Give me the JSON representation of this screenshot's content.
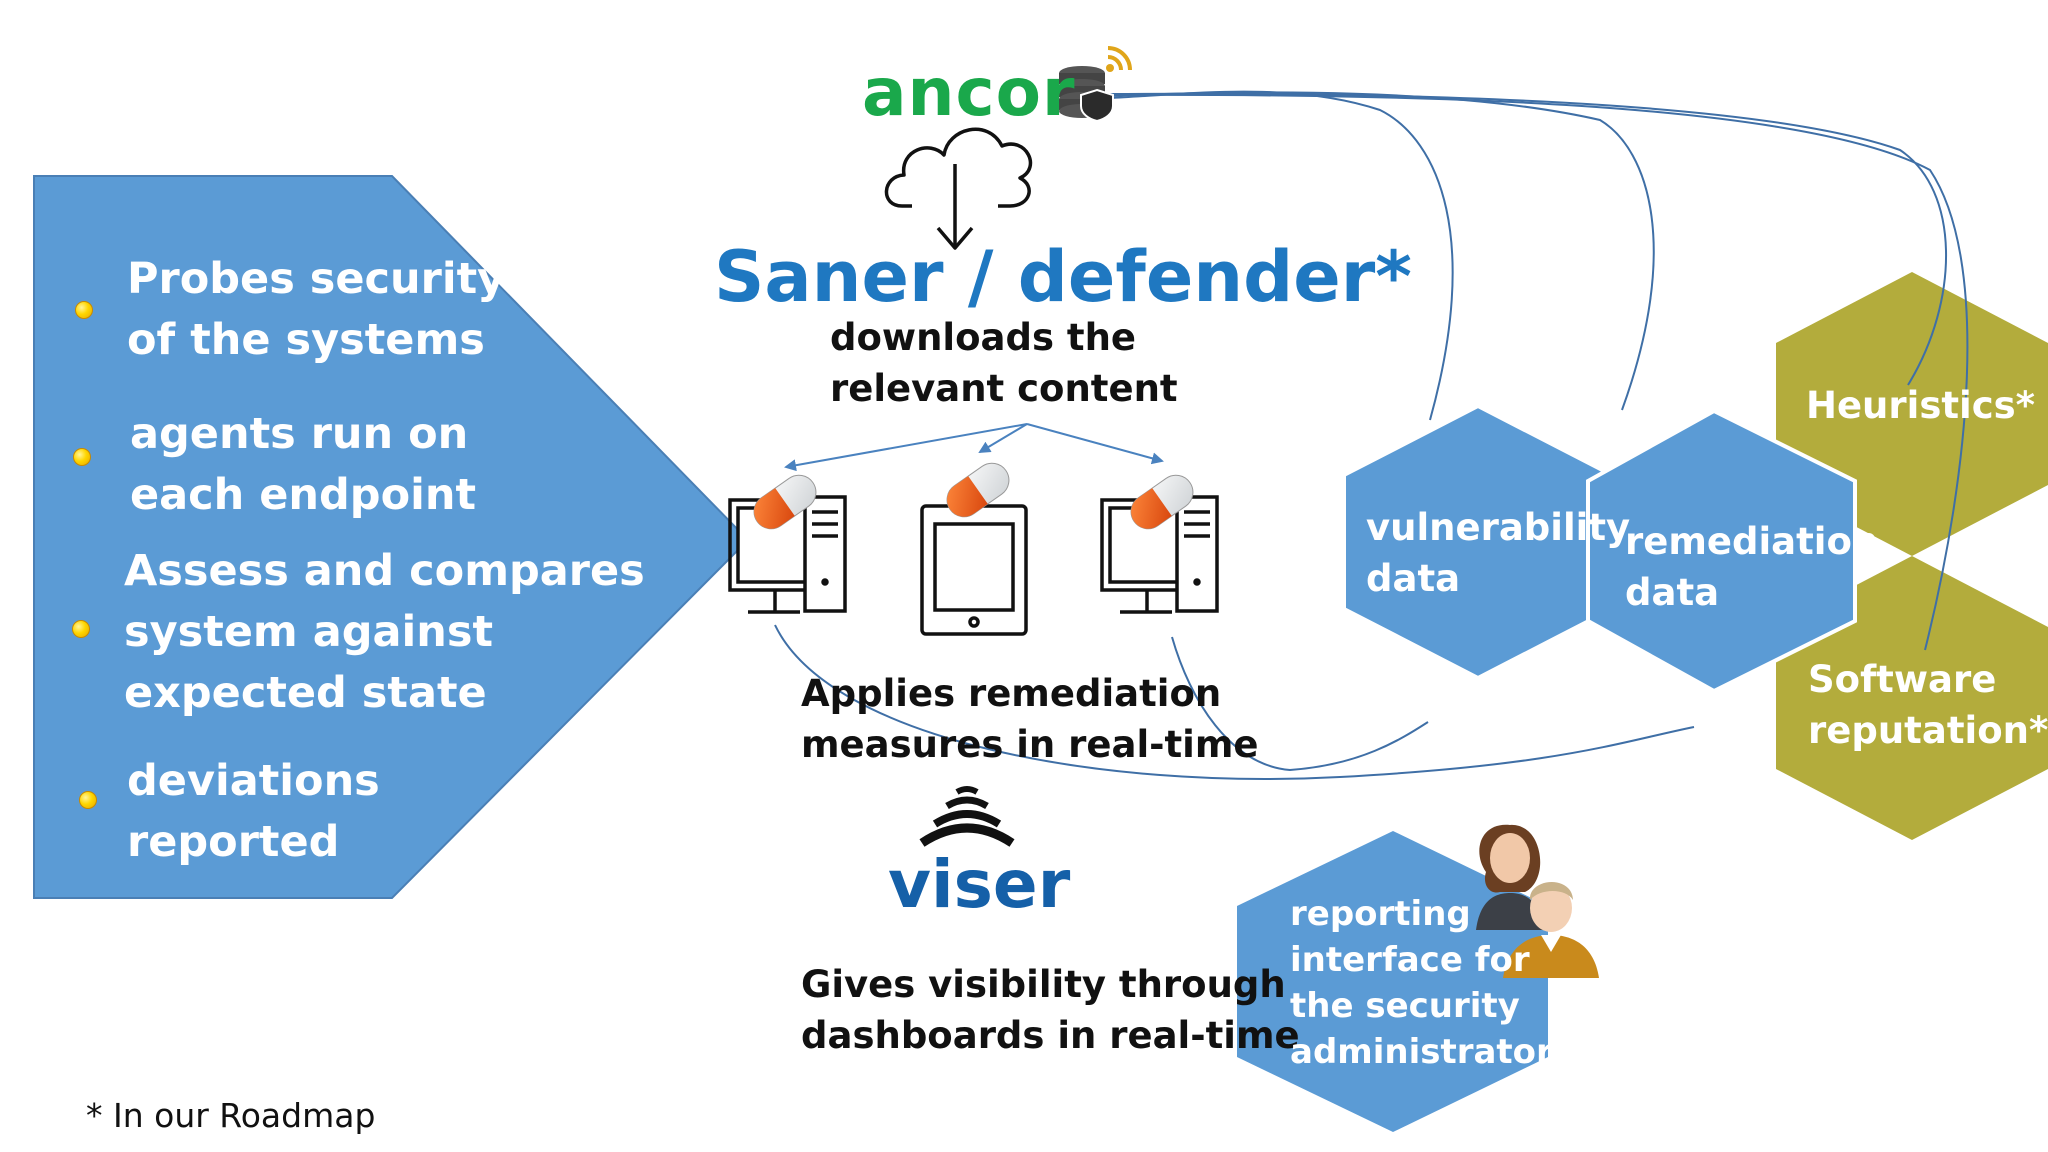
{
  "left_panel": {
    "color": "#5b9bd5",
    "bullets": [
      {
        "text": "Probes security\nof the systems"
      },
      {
        "text": "agents run on\neach endpoint"
      },
      {
        "text": "Assess and compares\nsystem against\nexpected state"
      },
      {
        "text": "deviations\nreported"
      }
    ]
  },
  "ancor": {
    "label": "ancor",
    "color": "#1aa84b"
  },
  "saner": {
    "label": "Saner / defender*",
    "caption": "downloads the\nrelevant content",
    "color": "#1f78c1"
  },
  "endpoints": {
    "caption": "Applies remediation\nmeasures in real-time"
  },
  "viser": {
    "label": "viser",
    "caption": "Gives visibility through\ndashboards in real-time"
  },
  "hexagons": {
    "blue_color": "#5b9bd5",
    "olive_color": "#b3ac3c",
    "vulnerability": "vulnerability\ndata",
    "remediation": "remediation\ndata",
    "heuristics": "Heuristics*",
    "software_reputation": "Software\nreputation*",
    "reporting": "reporting\ninterface for\nthe security\nadministrator"
  },
  "footnote": "* In our Roadmap"
}
